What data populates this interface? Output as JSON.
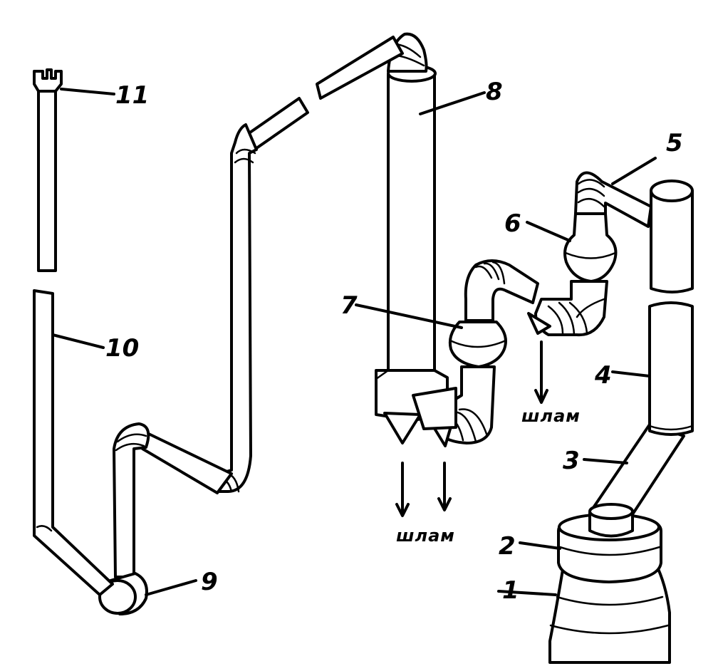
{
  "labels": {
    "n1": "1",
    "n2": "2",
    "n3": "3",
    "n4": "4",
    "n5": "5",
    "n6": "6",
    "n7": "7",
    "n8": "8",
    "n9": "9",
    "n10": "10",
    "n11": "11"
  },
  "notes": {
    "sludge_right": "шлам",
    "sludge_bottom": "шлам"
  }
}
